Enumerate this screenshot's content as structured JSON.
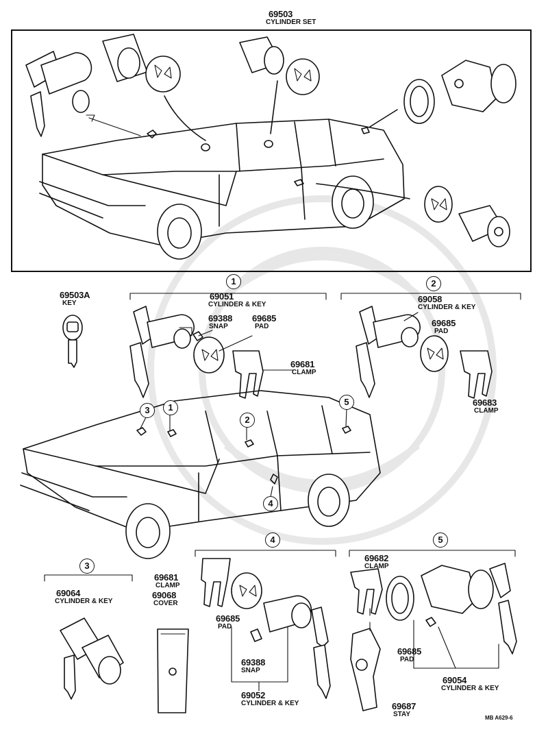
{
  "diagram": {
    "labels": {
      "p69503_num": "69503",
      "p69503_name": "CYLINDER SET",
      "p69503A_num": "69503A",
      "p69503A_name": "KEY",
      "p69051_num": "69051",
      "p69051_name": "CYLINDER & KEY",
      "p69388a_num": "69388",
      "p69388a_name": "SNAP",
      "p69685a_num": "69685",
      "p69685a_name": "PAD",
      "p69681a_num": "69681",
      "p69681a_name": "CLAMP",
      "p69058_num": "69058",
      "p69058_name": "CYLINDER & KEY",
      "p69685b_num": "69685",
      "p69685b_name": "PAD",
      "p69683_num": "69683",
      "p69683_name": "CLAMP",
      "p69064_num": "69064",
      "p69064_name": "CYLINDER & KEY",
      "p69681b_num": "69681",
      "p69681b_name": "CLAMP",
      "p69068_num": "69068",
      "p69068_name": "COVER",
      "p69685c_num": "69685",
      "p69685c_name": "PAD",
      "p69388b_num": "69388",
      "p69388b_name": "SNAP",
      "p69052_num": "69052",
      "p69052_name": "CYLINDER & KEY",
      "p69682_num": "69682",
      "p69682_name": "CLAMP",
      "p69685d_num": "69685",
      "p69685d_name": "PAD",
      "p69054_num": "69054",
      "p69054_name": "CYLINDER & KEY",
      "p69687_num": "69687",
      "p69687_name": "STAY",
      "ref_code": "MB A629-6"
    },
    "callouts": {
      "g1": "1",
      "g2": "2",
      "g3": "3",
      "g4": "4",
      "g5": "5",
      "c1": "1",
      "c2": "2",
      "c3": "3",
      "c4": "4",
      "c5": "5"
    }
  }
}
